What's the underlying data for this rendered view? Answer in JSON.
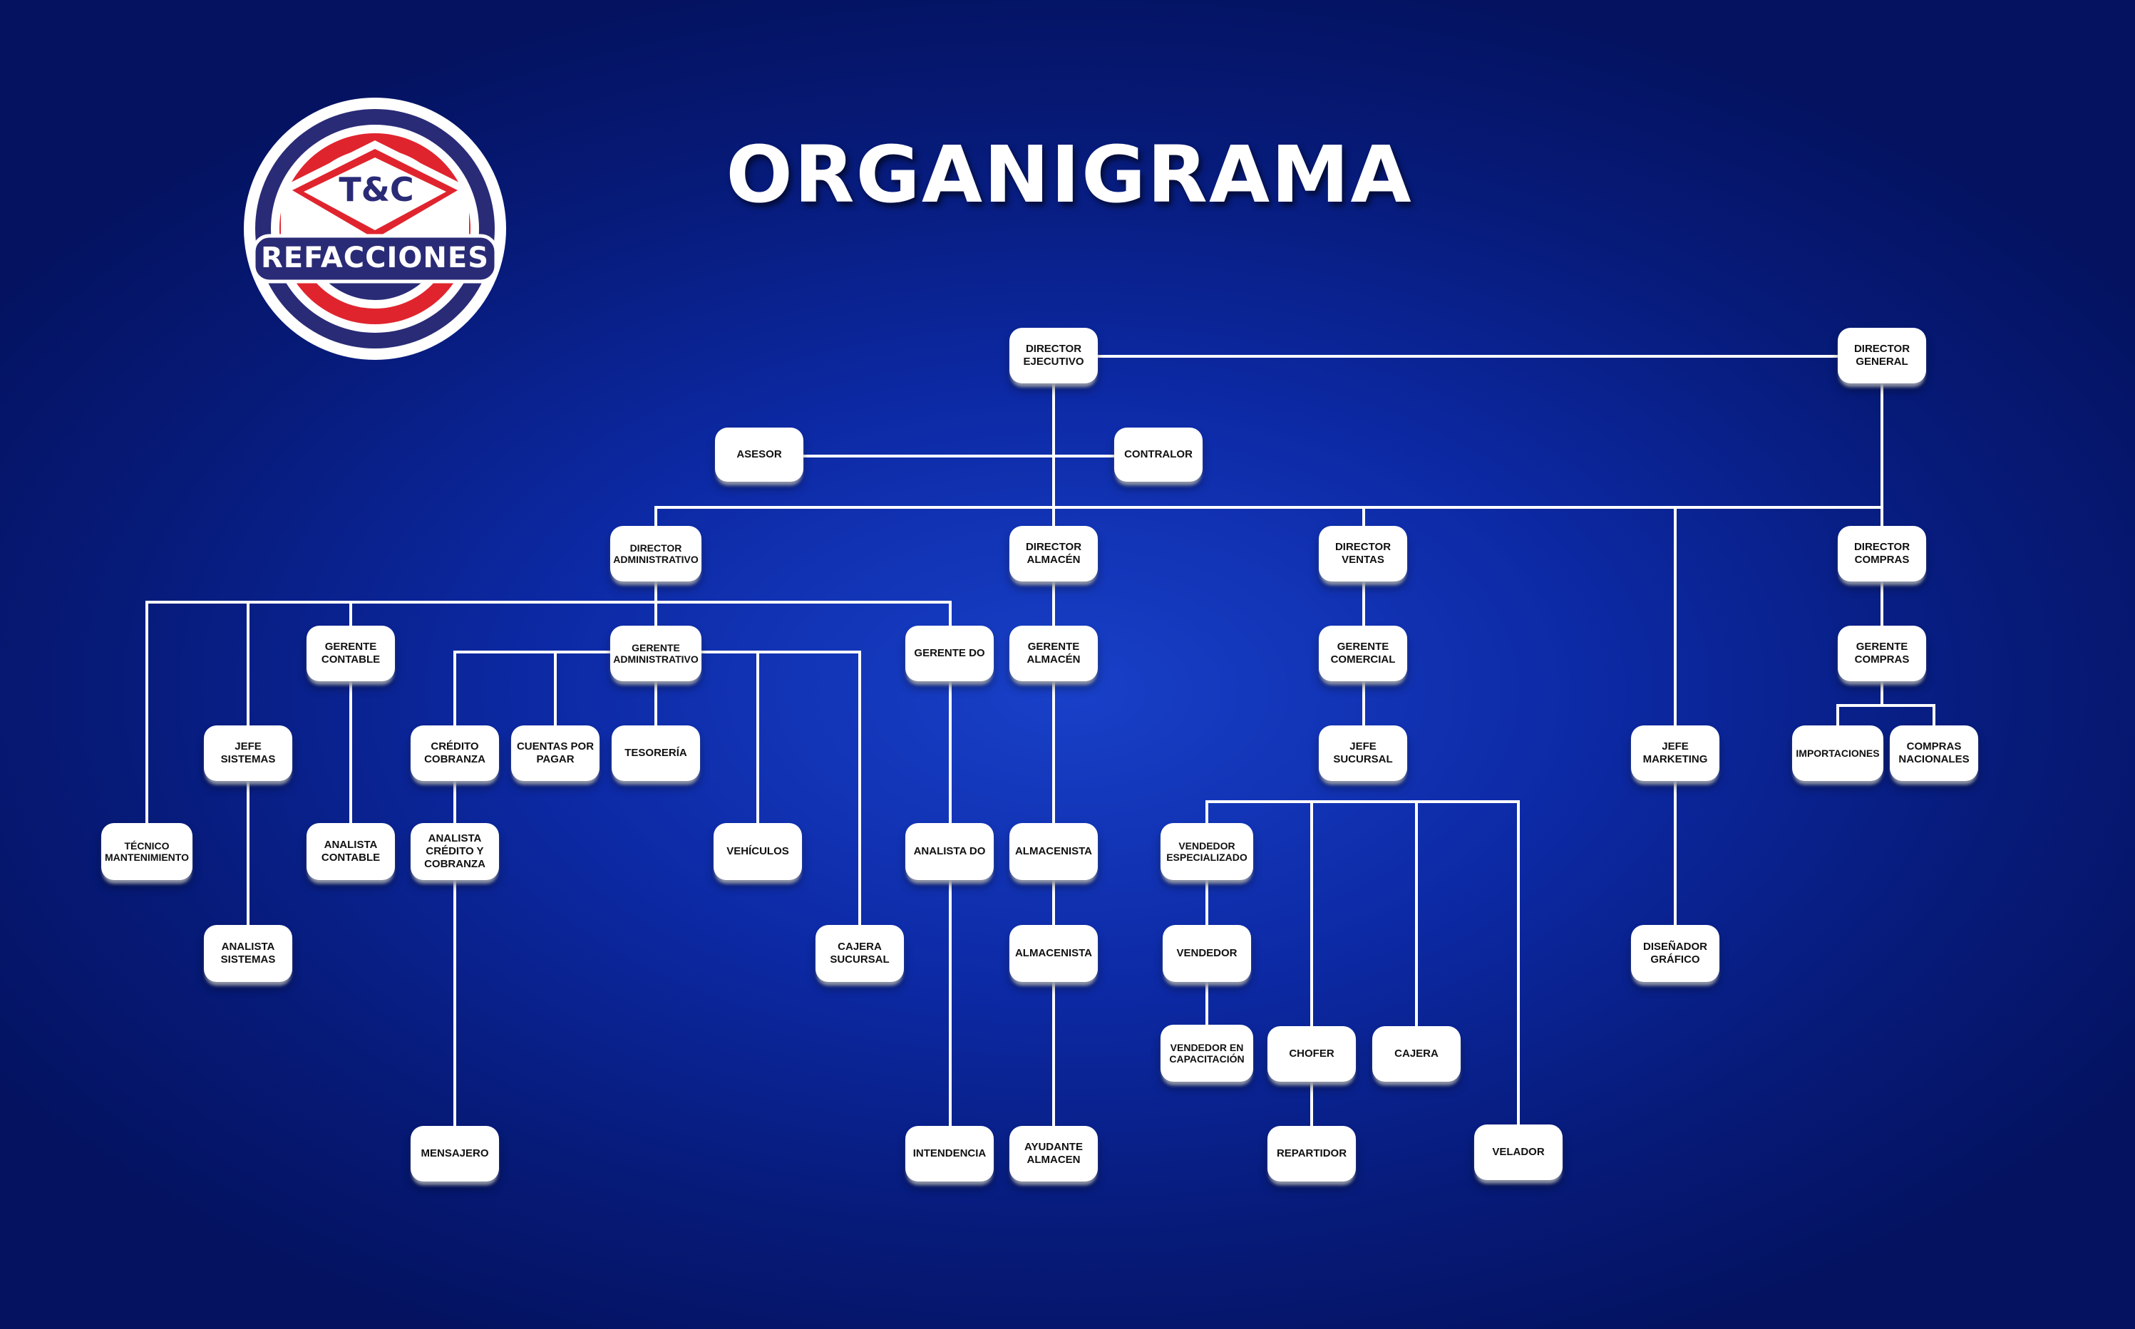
{
  "title": "ORGANIGRAMA",
  "logo": {
    "line1": "T&C",
    "line2": "REFACCIONES",
    "colors": {
      "navy": "#2a2b76",
      "red": "#e0242e",
      "white": "#ffffff"
    }
  },
  "background_colors": {
    "center": "#1840c8",
    "edge": "#041260"
  },
  "nodes": {
    "director_ejecutivo": "DIRECTOR EJECUTIVO",
    "director_general": "DIRECTOR GENERAL",
    "asesor": "ASESOR",
    "contralor": "CONTRALOR",
    "director_administrativo": "DIRECTOR ADMINISTRATIVO",
    "director_almacen": "DIRECTOR ALMACÉN",
    "director_ventas": "DIRECTOR VENTAS",
    "director_compras": "DIRECTOR COMPRAS",
    "gerente_contable": "GERENTE CONTABLE",
    "gerente_administrativo": "GERENTE ADMINISTRATIVO",
    "gerente_do": "GERENTE DO",
    "gerente_almacen": "GERENTE ALMACÉN",
    "gerente_comercial": "GERENTE COMERCIAL",
    "gerente_compras": "GERENTE COMPRAS",
    "jefe_sistemas": "JEFE SISTEMAS",
    "credito_cobranza": "CRÉDITO COBRANZA",
    "cuentas_por_pagar": "CUENTAS POR PAGAR",
    "tesoreria": "TESORERÍA",
    "jefe_sucursal": "JEFE SUCURSAL",
    "jefe_marketing": "JEFE MARKETING",
    "importaciones": "IMPORTACIONES",
    "compras_nacionales": "COMPRAS NACIONALES",
    "tecnico_mantenimiento": "TÉCNICO MANTENIMIENTO",
    "analista_contable": "ANALISTA CONTABLE",
    "analista_credito_cobranza": "ANALISTA CRÉDITO Y COBRANZA",
    "vehiculos": "VEHÍCULOS",
    "analista_do": "ANALISTA DO",
    "almacenista_1": "ALMACENISTA",
    "vendedor_especializado": "VENDEDOR ESPECIALIZADO",
    "analista_sistemas": "ANALISTA SISTEMAS",
    "cajera_sucursal": "CAJERA SUCURSAL",
    "almacenista_2": "ALMACENISTA",
    "vendedor": "VENDEDOR",
    "disenador_grafico": "DISEÑADOR GRÁFICO",
    "vendedor_capacitacion": "VENDEDOR EN CAPACITACIÓN",
    "chofer": "CHOFER",
    "cajera": "CAJERA",
    "mensajero": "MENSAJERO",
    "intendencia": "INTENDENCIA",
    "ayudante_almacen": "AYUDANTE ALMACEN",
    "repartidor": "REPARTIDOR",
    "velador": "VELADOR"
  }
}
